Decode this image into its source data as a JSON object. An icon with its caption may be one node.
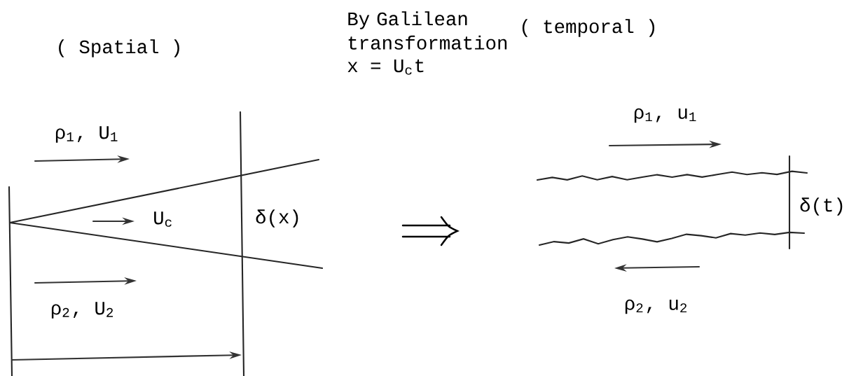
{
  "diagram": {
    "labels": [
      "( Spatial )",
      "By Galilean transformation",
      "x = U$_{c}$t",
      "( temporal )",
      "ρ$_{1}$, U$_{1}$",
      "ρ$_{1}$, u$_{1}$",
      "U$_{c}$",
      "δ(x)",
      "δ(t)",
      "ρ$_{2}$, U$_{2}$",
      "ρ$_{2}$, u$_{2}$"
    ]
  }
}
